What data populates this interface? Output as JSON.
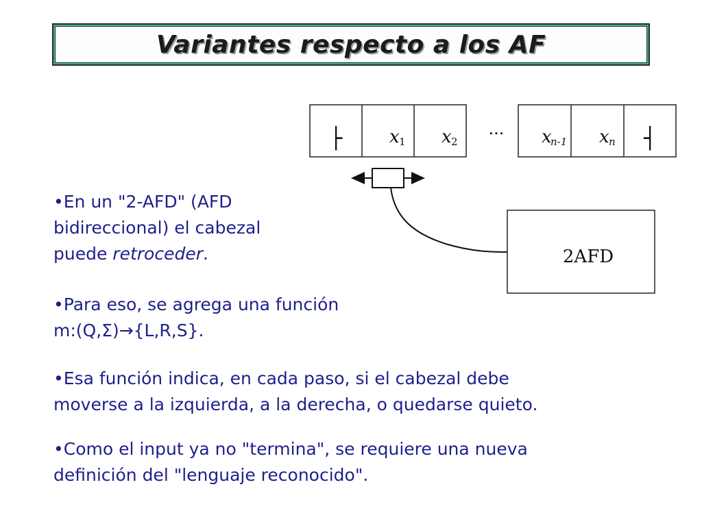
{
  "slide": {
    "title": "Variantes respecto a los AF"
  },
  "bullets": [
    {
      "line1": "•En un \"2-AFD\" (AFD",
      "line2": "bidireccional) el cabezal",
      "line3_pre": "puede ",
      "line3_em": "retroceder",
      "line3_post": "."
    },
    {
      "line1": "•Para eso, se agrega una función",
      "line2": "m:(Q,Σ)→{L,R,S}."
    },
    {
      "line1": "•Esa función indica, en cada paso, si el cabezal debe",
      "line2": "moverse a la izquierda, a la derecha, o quedarse quieto."
    },
    {
      "line1": "•Como el input ya no \"termina\", se requiere una nueva",
      "line2": "definición del \"lenguaje reconocido\"."
    }
  ],
  "diagram": {
    "left_marker": "├",
    "right_marker": "┤",
    "cells": [
      {
        "base": "x",
        "sub": "1"
      },
      {
        "base": "x",
        "sub": "2"
      },
      {
        "base": "x",
        "sub": "n-1"
      },
      {
        "base": "x",
        "sub": "n"
      }
    ],
    "ellipsis": "...",
    "control_label": "2AFD"
  }
}
